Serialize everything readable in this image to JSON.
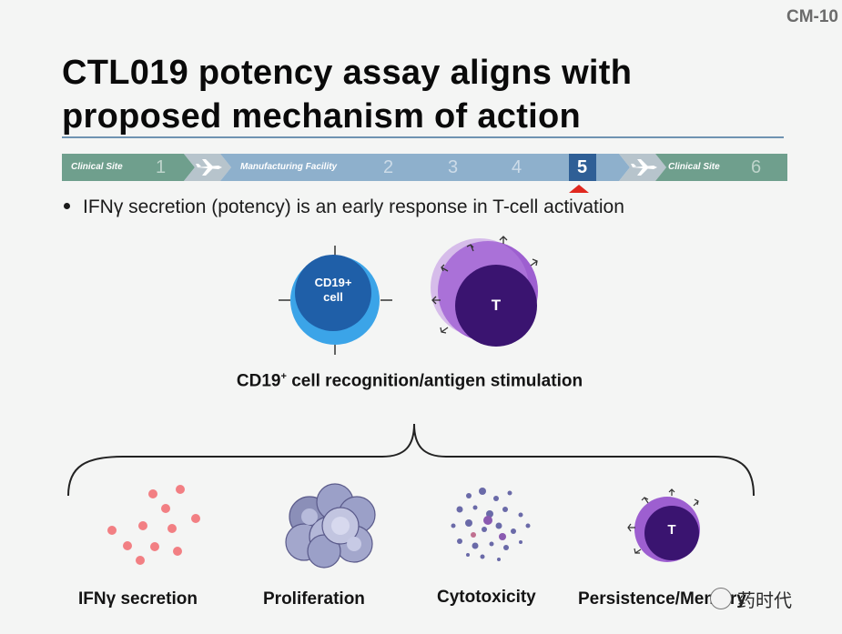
{
  "slide_id": "CM-10",
  "title_line1": "CTL019 potency assay aligns with",
  "title_line2": "proposed mechanism of action",
  "process_bar": {
    "stage1_label": "Clinical Site",
    "step1": "1",
    "stage2_label": "Manufacturing Facility",
    "step2": "2",
    "step3": "3",
    "step4": "4",
    "step5": "5",
    "stage3_label": "Clinical Site",
    "step6": "6",
    "active_step": "5",
    "colors": {
      "green": "#6f9f8d",
      "blue": "#8eb0cc",
      "active": "#2f5f96",
      "plane": "#b7c4cc"
    }
  },
  "bullet": "IFNγ secretion (potency) is an early response in T-cell activation",
  "cells": {
    "cd19_line1": "CD19+",
    "cd19_line2": "cell",
    "tcell": "T",
    "colors": {
      "cd19_outer": "#3ba4e8",
      "cd19_inner": "#1f5fa8",
      "t_outer": "#9d5fd0",
      "t_inner": "#3a1470"
    }
  },
  "caption_main": "CD19",
  "caption_sup": "+",
  "caption_rest": " cell recognition/antigen stimulation",
  "outcomes": {
    "ifn": "IFNγ secretion",
    "proliferation": "Proliferation",
    "cytotoxicity": "Cytotoxicity",
    "persistence": "Persistence/Memory",
    "persistence_cell": "T"
  },
  "watermark": "药时代"
}
